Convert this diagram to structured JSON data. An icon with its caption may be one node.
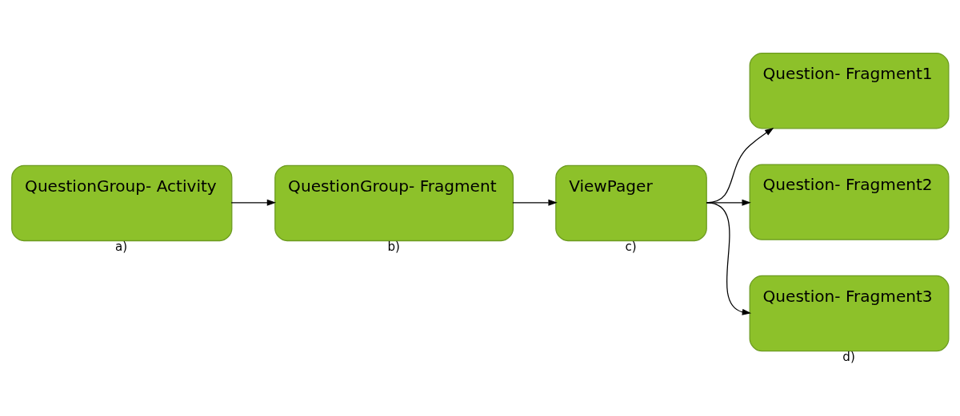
{
  "diagram": {
    "nodes": [
      {
        "text": [
          "QuestionGroup- Activity"
        ],
        "beside": [
          "a)"
        ]
      },
      {
        "text": [
          "QuestionGroup- Fragment"
        ],
        "beside": [
          "b)"
        ]
      },
      {
        "text": [
          "ViewPager"
        ],
        "beside": [
          "c)"
        ]
      },
      {
        "text": [
          "Question- Fragment1"
        ]
      },
      {
        "text": [
          "Question- Fragment2"
        ]
      },
      {
        "text": [
          "Question- Fragment3"
        ],
        "beside": [
          "d)"
        ]
      }
    ],
    "edges": [
      {
        "from": 0,
        "to": 1,
        "arrow": "to"
      },
      {
        "from": 1,
        "to": 2,
        "arrow": "to"
      },
      {
        "from": 2,
        "to": 3,
        "arrow": "to"
      },
      {
        "from": 2,
        "to": 4,
        "arrow": "to"
      },
      {
        "from": 2,
        "to": 5,
        "arrow": "to"
      }
    ]
  }
}
